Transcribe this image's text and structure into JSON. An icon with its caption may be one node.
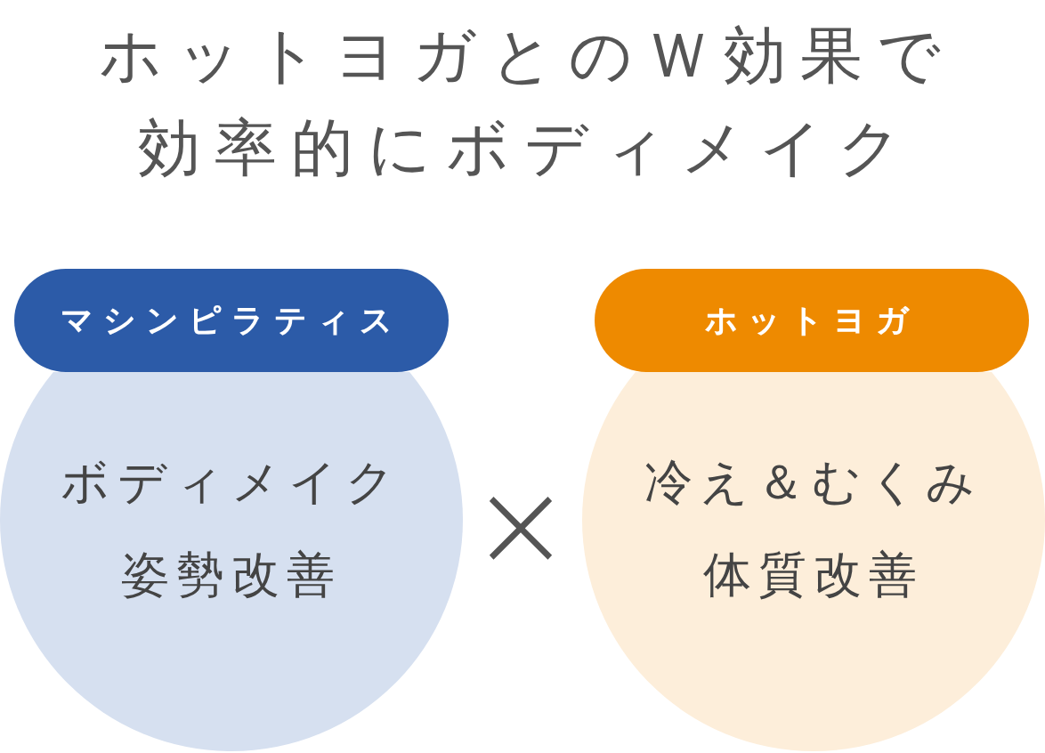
{
  "diagram": {
    "title": "ホットヨガとのＷ効果で効率的にボディメイク",
    "nodes": [
      {
        "text": [
          "マシンピラティス"
        ]
      },
      {
        "text": [
          "ボディメイク",
          "姿勢改善"
        ]
      },
      {
        "text": [
          "ホットヨガ"
        ]
      },
      {
        "text": [
          "冷え＆むくみ",
          "体質改善"
        ]
      }
    ],
    "labels": [
      "×"
    ]
  }
}
